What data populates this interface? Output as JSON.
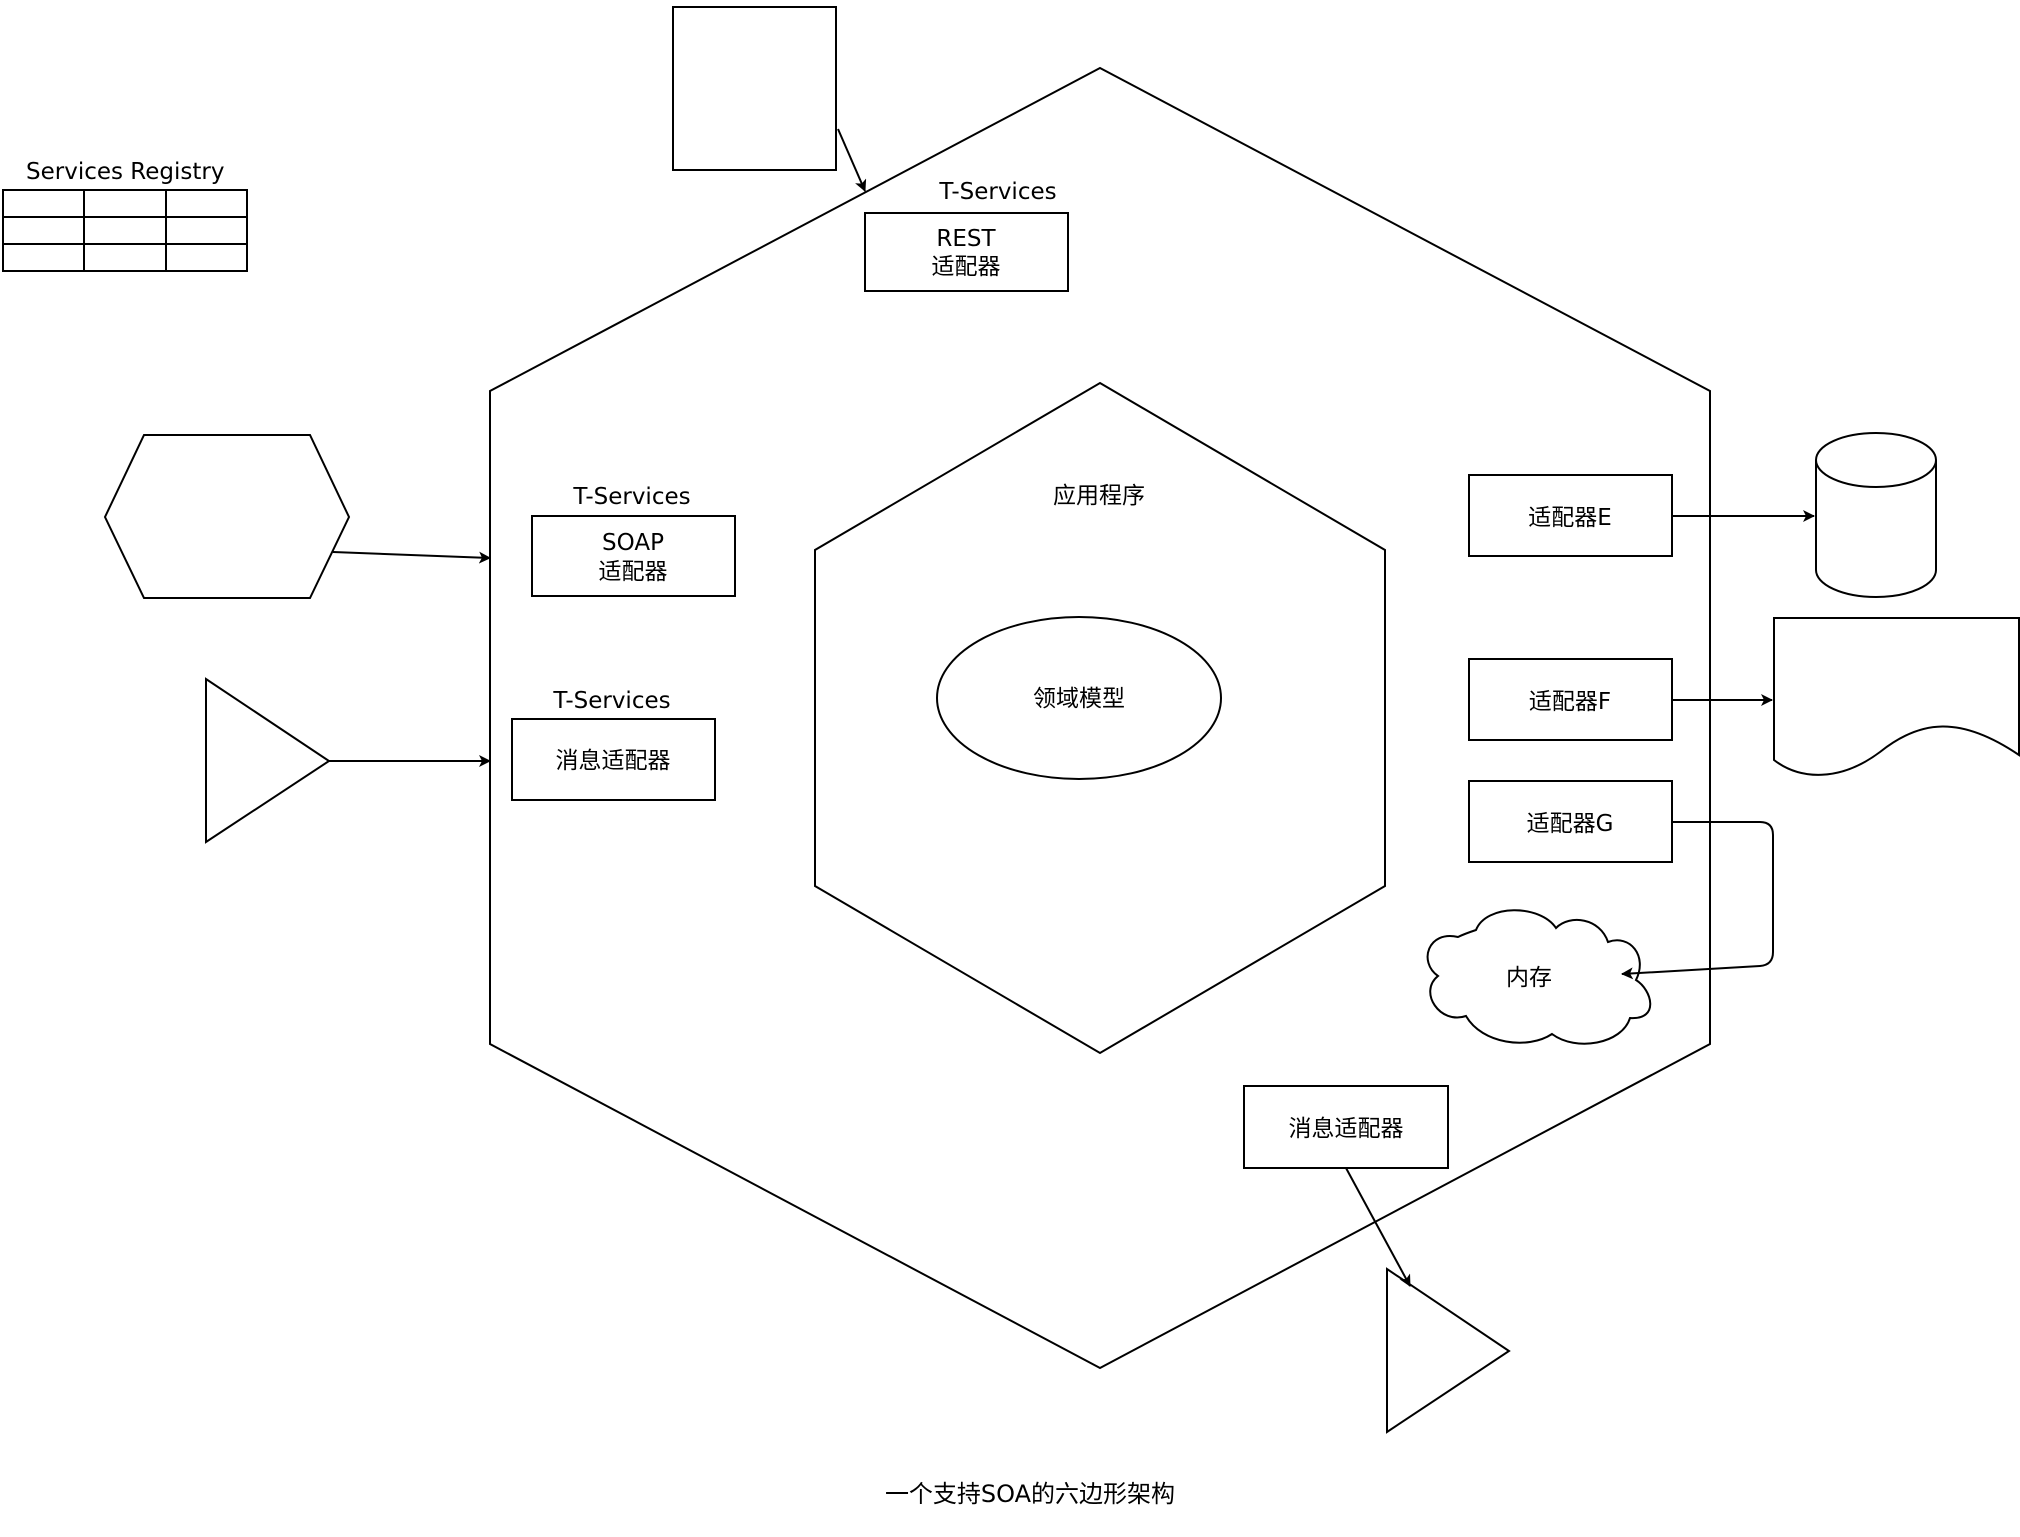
{
  "registry": {
    "title": "Services Registry"
  },
  "outer": {
    "rest": {
      "group": "T-Services",
      "line1": "REST",
      "line2": "适配器"
    },
    "soap": {
      "group": "T-Services",
      "line1": "SOAP",
      "line2": "适配器"
    },
    "message_left": {
      "group": "T-Services",
      "label": "消息适配器"
    },
    "adapter_e": "适配器E",
    "adapter_f": "适配器F",
    "adapter_g": "适配器G",
    "message_bottom": "消息适配器",
    "memory": "内存"
  },
  "inner": {
    "title": "应用程序",
    "domain_model": "领域模型"
  },
  "caption": "一个支持SOA的六边形架构"
}
